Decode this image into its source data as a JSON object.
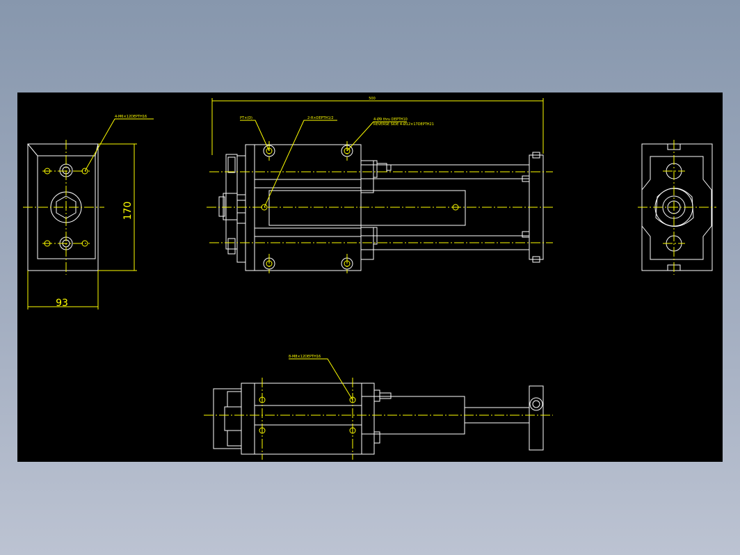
{
  "colors": {
    "background": "#8797ad",
    "canvas": "#000000",
    "outline": "#ffffff",
    "dimension": "#ffff00"
  },
  "end_view": {
    "dim_height": "170",
    "dim_width": "93",
    "note_holes": "4-M6×12DEPTH16"
  },
  "top_view": {
    "dim_length": "500",
    "note_left": "PT×(D)",
    "note_center": "2-R×DEPTH1/2",
    "note_right_1": "4-Ø9 thru DEPTH10",
    "note_right_2": "REVERSE SIDE 4-Ø12×17DEPTH21"
  },
  "side_view": {
    "note_holes": "8-M8×12DEPTH16"
  }
}
